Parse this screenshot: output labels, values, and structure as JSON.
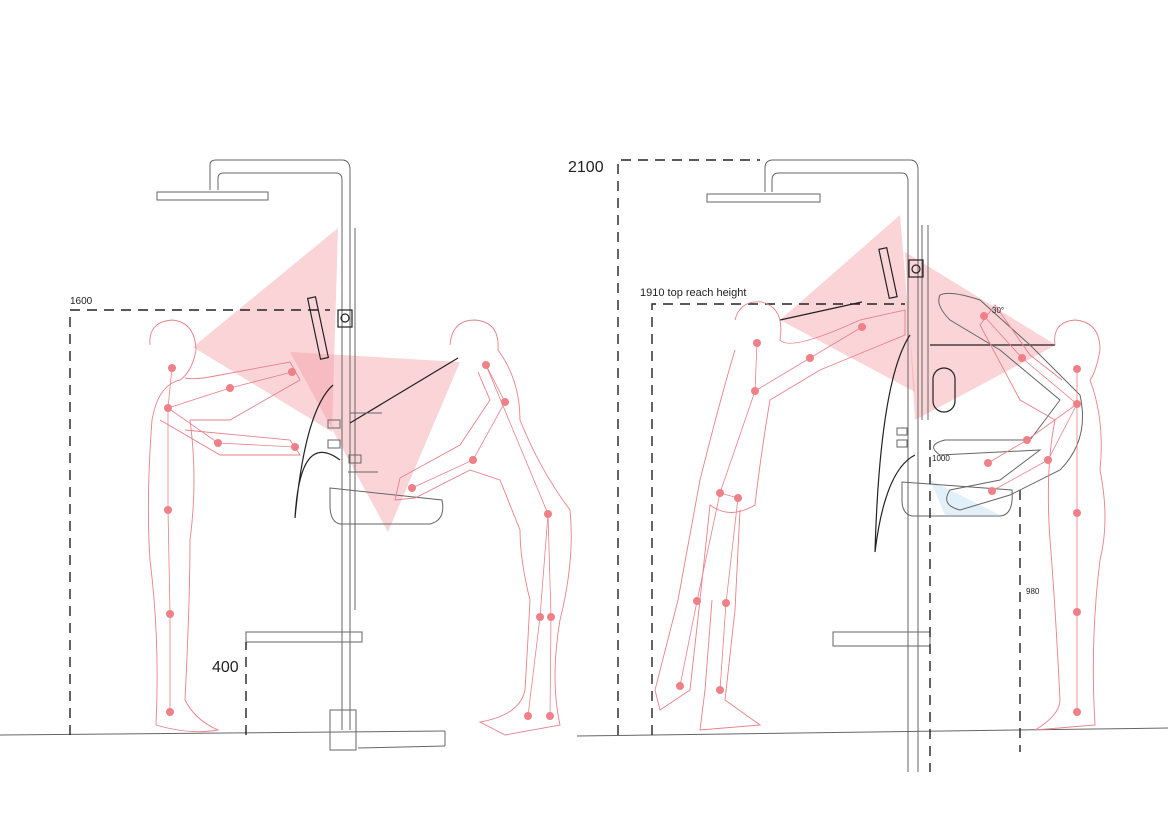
{
  "labels": {
    "left_reach": "1600",
    "left_shelf": "400",
    "right_total": "2100",
    "right_reach": "1910 top reach  height",
    "angle": "30°",
    "sink_height": "1000",
    "basin_height": "980"
  },
  "colors": {
    "vision_cone": "#f4a0a6",
    "body": "#e8808a",
    "joint": "#f08088",
    "water": "#cfe6f5"
  }
}
